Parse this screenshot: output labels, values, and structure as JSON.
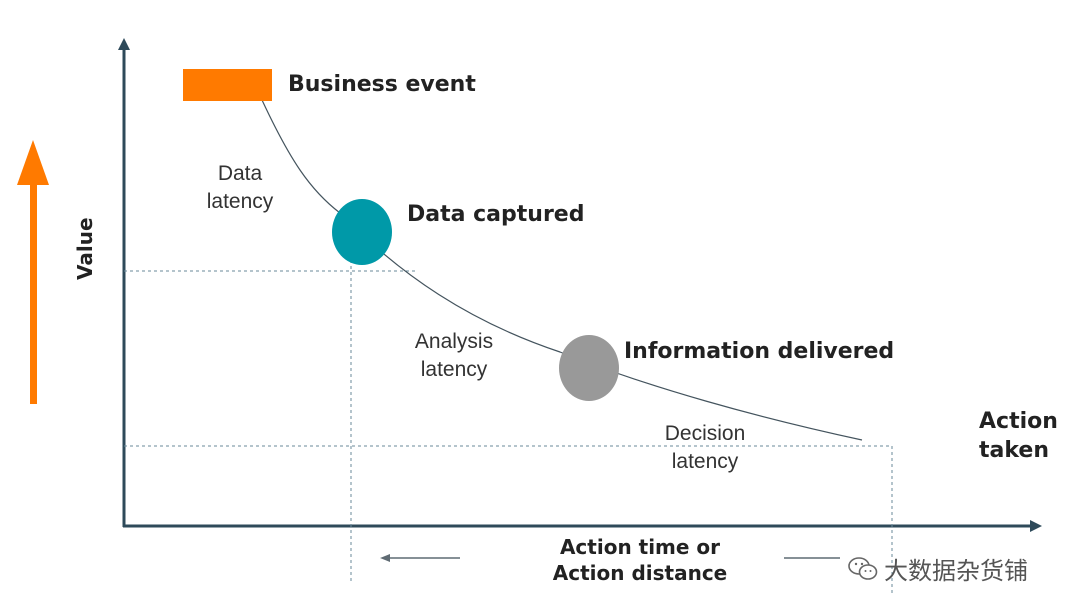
{
  "axes": {
    "y_label": "Value",
    "x_label_line1": "Action time or",
    "x_label_line2": "Action distance"
  },
  "stages": {
    "business_event": "Business event",
    "data_captured": "Data captured",
    "information_delivered": "Information delivered",
    "action_taken_line1": "Action",
    "action_taken_line2": "taken"
  },
  "latencies": {
    "data_line1": "Data",
    "data_line2": "latency",
    "analysis_line1": "Analysis",
    "analysis_line2": "latency",
    "decision_line1": "Decision",
    "decision_line2": "latency"
  },
  "colors": {
    "axis": "#2e4a5a",
    "business_event": "#ff7a00",
    "data_captured": "#0099a8",
    "information_delivered": "#999999",
    "value_arrow": "#ff7a00"
  },
  "watermark": {
    "text": "大数据杂货铺",
    "icon": "wechat-icon"
  }
}
